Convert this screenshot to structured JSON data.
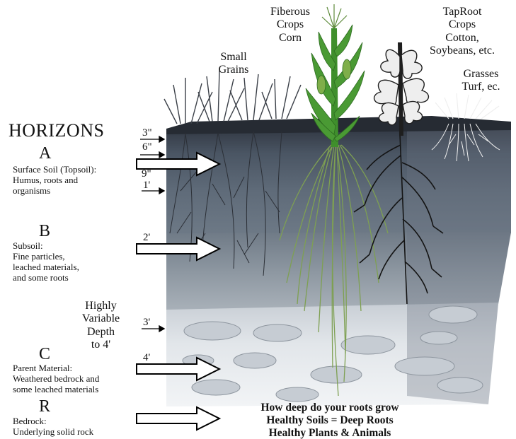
{
  "plants": {
    "small_grains": [
      "Small",
      "Grains"
    ],
    "fibrous": [
      "Fiberous",
      "Crops",
      "Corn"
    ],
    "taproot": [
      "TapRoot",
      "Crops",
      "Cotton,",
      "Soybeans, etc."
    ],
    "grasses": [
      "Grasses",
      "Turf, ec."
    ]
  },
  "horizons_title": "HORIZONS",
  "horizons": {
    "a": {
      "letter": "A",
      "desc": [
        "Surface Soil (Topsoil):",
        "Humus, roots and",
        "organisms"
      ]
    },
    "b": {
      "letter": "B",
      "desc": [
        "Subsoil:",
        "Fine particles,",
        "leached materials,",
        "and some roots"
      ]
    },
    "c": {
      "letter": "C",
      "desc": [
        "Parent Material:",
        "Weathered bedrock and",
        "some leached materials"
      ]
    },
    "r": {
      "letter": "R",
      "desc": [
        "Bedrock:",
        "Underlying solid rock"
      ]
    }
  },
  "variable_depth": [
    "Highly",
    "Variable",
    "Depth",
    "to 4'"
  ],
  "depths": [
    "3\"",
    "6\"",
    "9\"",
    "1'",
    "2'",
    "3'",
    "4'"
  ],
  "message": [
    "How deep do your roots grow",
    "Healthy Soils = Deep Roots",
    "Healthy Plants & Animals"
  ],
  "colors": {
    "topsoil": "#505a68",
    "subsoil": "#8a949e",
    "parent_material": "#d8dde2",
    "fibrous_roots": "#7ea052",
    "corn_plant": "#3f8f2c",
    "taproot_plant": "#1e1e1e"
  }
}
